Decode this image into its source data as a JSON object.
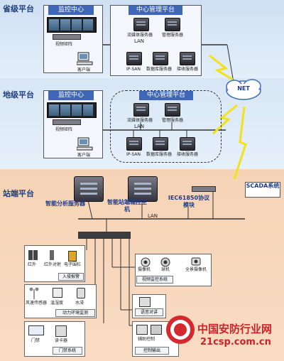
{
  "bands": {
    "province": "省级平台",
    "city": "地级平台",
    "site": "站端平台"
  },
  "province": {
    "monitor_center": "监控中心",
    "video_matrix": "视频矩阵",
    "client": "客户端",
    "mgmt_platform": "中心管理平台",
    "media_server": "流媒体服务器",
    "mgmt_server": "管理服务器",
    "lan": "LAN",
    "ipsan": "IP-SAN",
    "db_server": "数据库服务器",
    "access_server": "接收服务器"
  },
  "city": {
    "monitor_center": "监控中心",
    "video_matrix": "视频矩阵",
    "client": "客户端",
    "mgmt_platform": "中心管理平台",
    "media_server": "流媒体服务器",
    "mgmt_server": "管理服务器",
    "lan": "LAN",
    "ipsan": "IP-SAN",
    "db_server": "数据库服务器",
    "access_server": "接收服务器"
  },
  "net": "NET",
  "site": {
    "scada": "SCADA系统",
    "analysis_server": "智能分析服务器",
    "aux_host": "智能站端辅控主机",
    "iec_module": "IEC61850协议模块",
    "lan": "LAN",
    "intrusion": {
      "items": [
        "红外",
        "红外对射",
        "电子围栏"
      ],
      "title": "入侵报警"
    },
    "video": {
      "items": [
        "摄像机",
        "球机",
        "全景摄像机"
      ],
      "title": "视频监控系统"
    },
    "env": {
      "items": [
        "风速传感器",
        "温湿度",
        "水浸"
      ],
      "title": "动力环境监测"
    },
    "intercom": {
      "title": "语音对讲"
    },
    "access": {
      "items": [
        "门禁",
        "读卡器"
      ],
      "title": "门禁系统"
    },
    "control": {
      "items": [
        "辅助控制"
      ],
      "title": "控制输出"
    }
  },
  "watermark": {
    "name": "中国安防行业网",
    "url": "21csp.com.cn"
  }
}
